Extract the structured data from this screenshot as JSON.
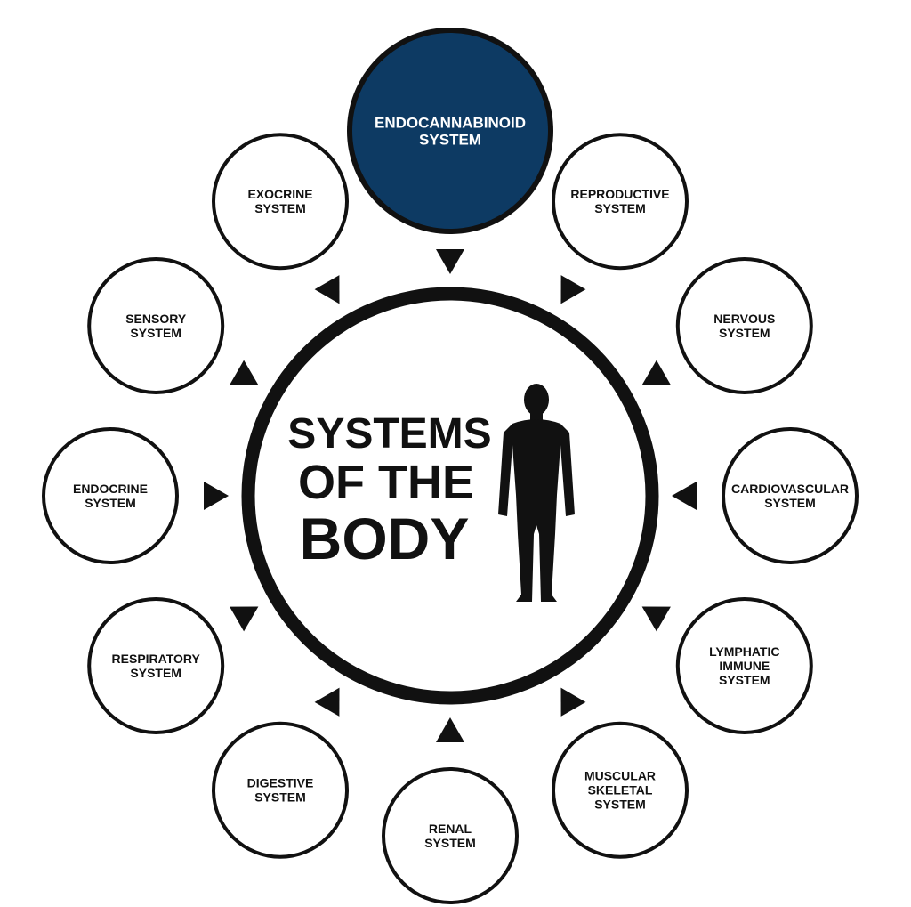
{
  "center": {
    "title_lines": [
      "SYSTEMS",
      "OF THE",
      "BODY"
    ]
  },
  "colors": {
    "highlight_fill": "#0d3a63",
    "highlight_text": "#ffffff",
    "ring": "#111111",
    "text": "#111111",
    "figure": "#111111"
  },
  "icons": {
    "figure": "human-figure-icon",
    "arrow": "triangle-arrow-icon"
  },
  "nodes": [
    {
      "id": "endocannabinoid",
      "lines": [
        "ENDOCANNABINOID",
        "SYSTEM"
      ],
      "highlighted": true
    },
    {
      "id": "reproductive",
      "lines": [
        "REPRODUCTIVE",
        "SYSTEM"
      ],
      "highlighted": false
    },
    {
      "id": "nervous",
      "lines": [
        "NERVOUS",
        "SYSTEM"
      ],
      "highlighted": false
    },
    {
      "id": "cardiovascular",
      "lines": [
        "CARDIOVASCULAR",
        "SYSTEM"
      ],
      "highlighted": false
    },
    {
      "id": "lymphatic-immune",
      "lines": [
        "LYMPHATIC",
        "IMMUNE",
        "SYSTEM"
      ],
      "highlighted": false
    },
    {
      "id": "muscular-skeletal",
      "lines": [
        "MUSCULAR",
        "SKELETAL",
        "SYSTEM"
      ],
      "highlighted": false
    },
    {
      "id": "renal",
      "lines": [
        "RENAL",
        "SYSTEM"
      ],
      "highlighted": false
    },
    {
      "id": "digestive",
      "lines": [
        "DIGESTIVE",
        "SYSTEM"
      ],
      "highlighted": false
    },
    {
      "id": "respiratory",
      "lines": [
        "RESPIRATORY",
        "SYSTEM"
      ],
      "highlighted": false
    },
    {
      "id": "endocrine",
      "lines": [
        "ENDOCRINE",
        "SYSTEM"
      ],
      "highlighted": false
    },
    {
      "id": "sensory",
      "lines": [
        "SENSORY",
        "SYSTEM"
      ],
      "highlighted": false
    },
    {
      "id": "exocrine",
      "lines": [
        "EXOCRINE",
        "SYSTEM"
      ],
      "highlighted": false
    }
  ]
}
